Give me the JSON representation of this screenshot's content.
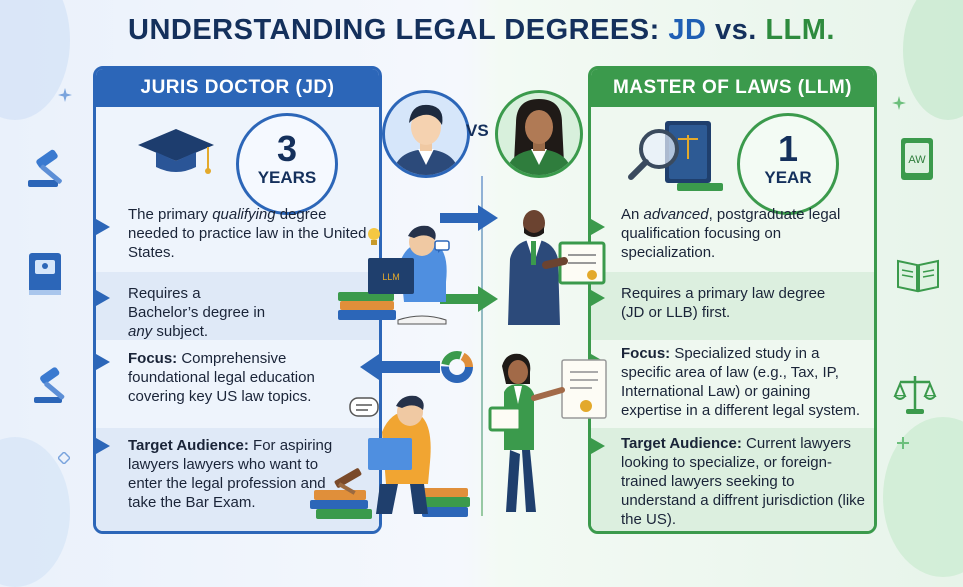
{
  "title": {
    "part1": "UNDERSTANDING LEGAL DEGREES: ",
    "jd": "JD",
    "vs": " vs. ",
    "llm": "LLM."
  },
  "vs_label": "VS",
  "jd": {
    "header": "JURIS DOCTOR (JD)",
    "duration_number": "3",
    "duration_unit": "YEARS",
    "point1_pre": "The primary ",
    "point1_em": "qualifying",
    "point1_post": " degree needed to practice law in the United States.",
    "point2_pre": "Requires a Bachelor’s degree in ",
    "point2_em": "any",
    "point2_post": " subject.",
    "focus_label": "Focus:",
    "focus_text": " Comprehensive foundational legal education covering key US law topics.",
    "audience_label": "Target Audience:",
    "audience_text": " For aspiring lawyers lawyers who want to enter the legal profession and take the Bar Exam.",
    "book_text": "LLM"
  },
  "llm": {
    "header": "MASTER OF LAWS (LLM)",
    "duration_number": "1",
    "duration_unit": "YEAR",
    "point1_pre": "An ",
    "point1_em": "advanced",
    "point1_post": ", postgraduate legal qualification focusing on specialization.",
    "point2_text": "Requires a primary law degree (JD or LLB) first.",
    "focus_label": "Focus:",
    "focus_text": " Specialized study in a specific area of law (e.g., Tax, IP, International Law) or gaining expertise in a different legal system.",
    "audience_label": "Target Audience:",
    "audience_text": " Current lawyers looking to specialize, or foreign-trained lawyers seeking to understand a diffrent jurisdiction (like the US).",
    "book_badge": "AW"
  },
  "colors": {
    "jd_accent": "#2c66b8",
    "llm_accent": "#3b9a4c",
    "title": "#14305c"
  }
}
